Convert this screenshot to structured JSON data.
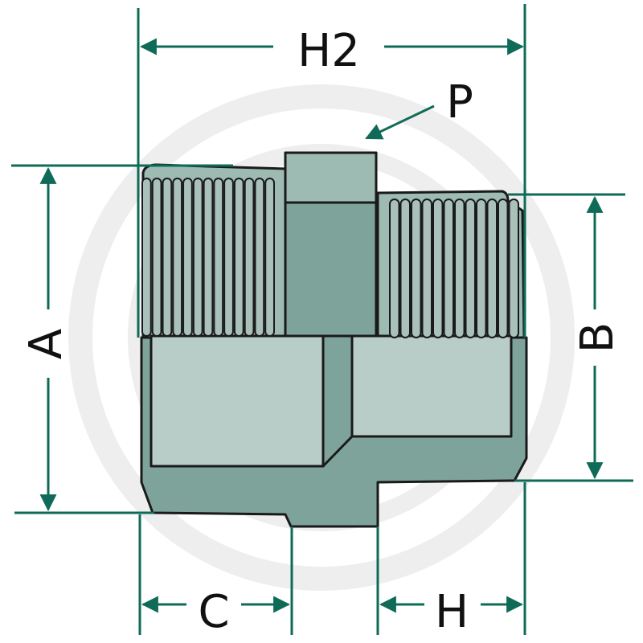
{
  "labels": {
    "h2": "H2",
    "p": "P",
    "a": "A",
    "b": "B",
    "c": "C",
    "h": "H"
  },
  "colors": {
    "dimension": "#0f6b57",
    "outline": "#1a1a1a",
    "body_dark": "#7ea39a",
    "body_mid": "#9dbbb2",
    "body_light": "#b9cdc8",
    "thread": "#a9c1ba",
    "watermark": "#eeeeee",
    "label": "#111111"
  },
  "icons": [
    "grammer-g-watermark-icon"
  ]
}
